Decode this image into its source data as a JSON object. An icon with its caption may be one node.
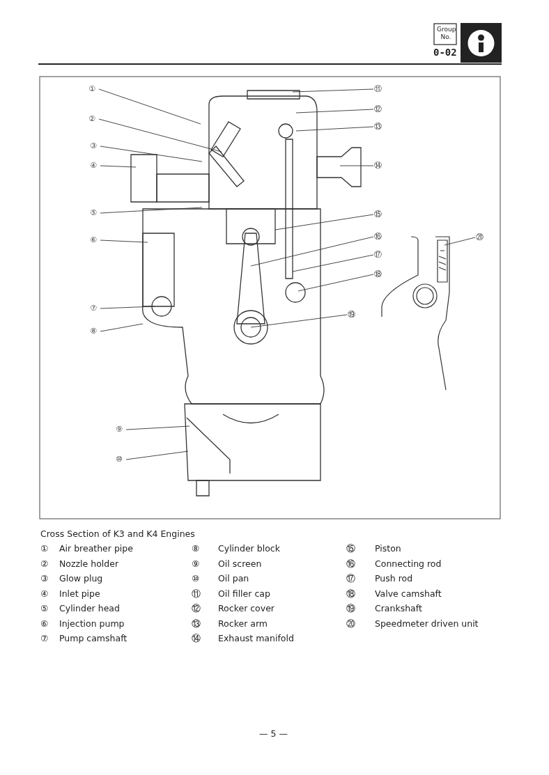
{
  "diagram": {
    "caption": "Cross Section of K3 and K4 Engines",
    "nodes": [
      {
        "text": [
          "①"
        ]
      },
      {
        "text": [
          "②"
        ]
      },
      {
        "text": [
          "③"
        ]
      },
      {
        "text": [
          "④"
        ]
      },
      {
        "text": [
          "⑤"
        ]
      },
      {
        "text": [
          "⑥"
        ]
      },
      {
        "text": [
          "⑦"
        ]
      },
      {
        "text": [
          "⑧"
        ]
      },
      {
        "text": [
          "⑨"
        ]
      },
      {
        "text": [
          "⑩"
        ]
      },
      {
        "text": [
          "⑪"
        ]
      },
      {
        "text": [
          "⑫"
        ]
      },
      {
        "text": [
          "⑬"
        ]
      },
      {
        "text": [
          "⑭"
        ]
      },
      {
        "text": [
          "⑮"
        ]
      },
      {
        "text": [
          "⑯"
        ]
      },
      {
        "text": [
          "⑰"
        ]
      },
      {
        "text": [
          "⑱"
        ]
      },
      {
        "text": [
          "⑲"
        ]
      },
      {
        "text": [
          "⑳"
        ]
      }
    ],
    "edges": [
      {
        "from": 0,
        "to": null,
        "arrow": "none"
      },
      {
        "from": 1,
        "to": null,
        "arrow": "none"
      },
      {
        "from": 2,
        "to": null,
        "arrow": "none"
      },
      {
        "from": 3,
        "to": null,
        "arrow": "none"
      },
      {
        "from": 4,
        "to": null,
        "arrow": "none"
      },
      {
        "from": 5,
        "to": null,
        "arrow": "none"
      },
      {
        "from": 6,
        "to": null,
        "arrow": "none"
      },
      {
        "from": 7,
        "to": null,
        "arrow": "none"
      },
      {
        "from": 8,
        "to": null,
        "arrow": "none"
      },
      {
        "from": 9,
        "to": null,
        "arrow": "none"
      },
      {
        "from": 10,
        "to": null,
        "arrow": "none"
      },
      {
        "from": 11,
        "to": null,
        "arrow": "none"
      },
      {
        "from": 12,
        "to": null,
        "arrow": "none"
      },
      {
        "from": 13,
        "to": null,
        "arrow": "none"
      },
      {
        "from": 14,
        "to": null,
        "arrow": "none"
      },
      {
        "from": 15,
        "to": null,
        "arrow": "none"
      },
      {
        "from": 16,
        "to": null,
        "arrow": "none"
      },
      {
        "from": 17,
        "to": null,
        "arrow": "none"
      },
      {
        "from": 18,
        "to": null,
        "arrow": "none"
      },
      {
        "from": 19,
        "to": null,
        "arrow": "none"
      }
    ],
    "labels": [
      "Group No.",
      "0-02",
      "①",
      "Air breather pipe",
      "⑧",
      "Cylinder block",
      "⑮",
      "Piston",
      "②",
      "Nozzle holder",
      "⑨",
      "Oil screen",
      "⑯",
      "Connecting rod",
      "③",
      "Glow plug",
      "⑩",
      "Oil pan",
      "⑰",
      "Push rod",
      "④",
      "Inlet pipe",
      "⑪",
      "Oil filler cap",
      "⑱",
      "Valve camshaft",
      "⑤",
      "Cylinder head",
      "⑫",
      "Rocker cover",
      "⑲",
      "Crankshaft",
      "⑥",
      "Injection pump",
      "⑬",
      "Rocker arm",
      "⑳",
      "Speedmeter driven unit",
      "⑦",
      "Pump camshaft",
      "⑭",
      "Exhaust manifold",
      "— 5 —"
    ]
  }
}
